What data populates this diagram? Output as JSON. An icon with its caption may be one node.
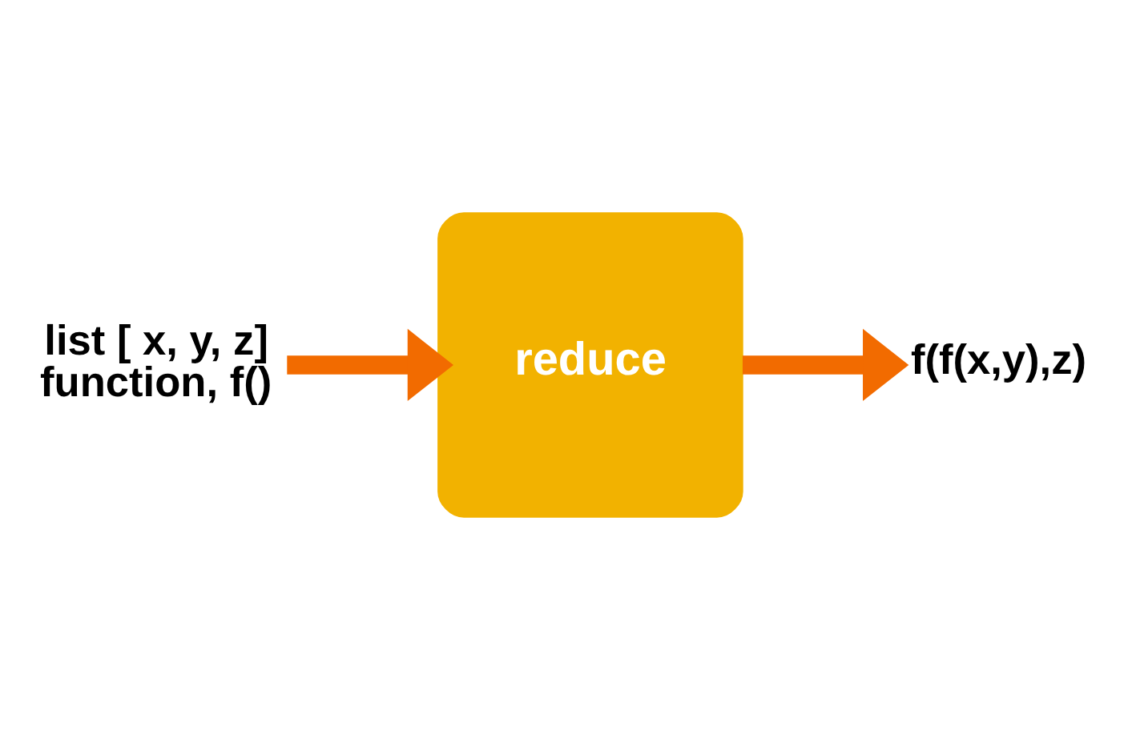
{
  "diagram": {
    "nodes": [
      {
        "text": [
          "list [ x, y, z]",
          "function, f()"
        ]
      },
      {
        "text": [
          "reduce"
        ]
      },
      {
        "text": [
          "f(f(x,y),z)"
        ]
      }
    ],
    "edges": [
      {
        "from": 0,
        "to": 1,
        "arrow": "to"
      },
      {
        "from": 1,
        "to": 2,
        "arrow": "to"
      }
    ]
  }
}
